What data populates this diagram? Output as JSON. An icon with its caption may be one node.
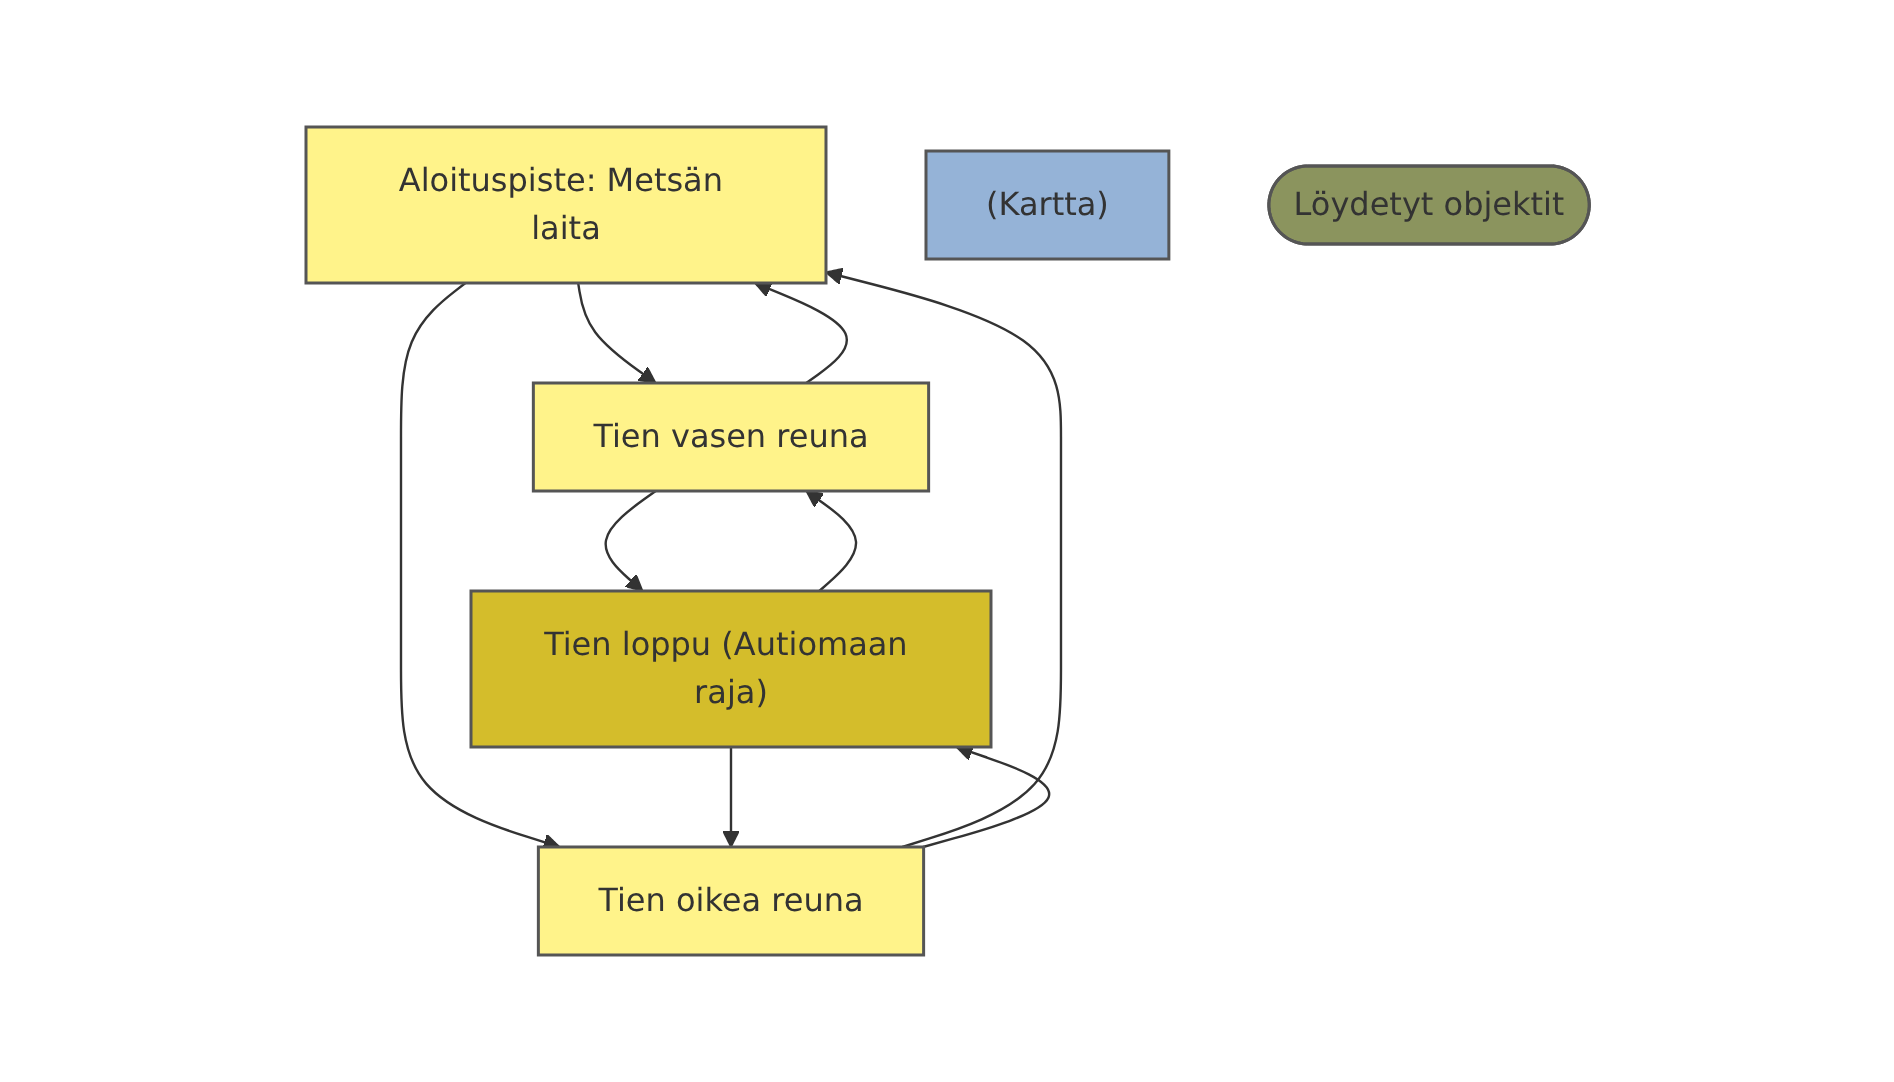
{
  "diagram": {
    "nodes": [
      {
        "text": [
          "Aloituspiste: Metsän laita"
        ]
      },
      {
        "text": [
          "Tien vasen reuna"
        ]
      },
      {
        "text": [
          "(Kartta)"
        ]
      },
      {
        "text": [
          "Tien oikea reuna"
        ]
      },
      {
        "text": [
          "Tien loppu (Autiomaan raja)"
        ]
      },
      {
        "text": [
          "Löydetyt objektit"
        ]
      }
    ],
    "edges": [
      {
        "from": 0,
        "to": 1,
        "arrow": "to"
      },
      {
        "from": 1,
        "to": 0,
        "arrow": "to"
      },
      {
        "from": 3,
        "to": 0,
        "arrow": "to"
      },
      {
        "from": 0,
        "to": 3,
        "arrow": "to"
      },
      {
        "from": 1,
        "to": 4,
        "arrow": "to"
      },
      {
        "from": 4,
        "to": 1,
        "arrow": "to"
      },
      {
        "from": 4,
        "to": 3,
        "arrow": "to"
      },
      {
        "from": 3,
        "to": 4,
        "arrow": "to"
      }
    ]
  }
}
